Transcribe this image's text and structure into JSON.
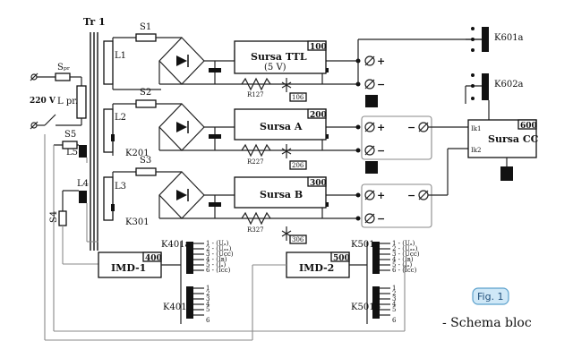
{
  "transformer": {
    "label": "Tr 1"
  },
  "mains": {
    "voltage": "220 V",
    "lamp": "L pr.",
    "fuse": "Sₚᵣ"
  },
  "windings": [
    "L1",
    "L2",
    "L3",
    "L4",
    "L5"
  ],
  "fuses": [
    "S1",
    "S2",
    "S3",
    "S4",
    "S5"
  ],
  "relays": [
    "K201",
    "K301",
    "K401a",
    "K401b",
    "K501a",
    "K501b",
    "K601a",
    "K602a"
  ],
  "supplies": [
    {
      "number": "100",
      "title": "Sursa TTL",
      "subtitle": "(5 V)",
      "resistor": "R127",
      "ref": "106"
    },
    {
      "number": "200",
      "title": "Sursa A",
      "subtitle": "",
      "resistor": "R227",
      "ref": "206"
    },
    {
      "number": "300",
      "title": "Sursa B",
      "subtitle": "",
      "resistor": "R327",
      "ref": "306"
    }
  ],
  "sursa_cc": {
    "number": "600",
    "title": "Sursa CC",
    "input1": "Ik1",
    "input2": "Ik2"
  },
  "imd1": {
    "number": "400",
    "title": "IMD-1"
  },
  "imd2": {
    "number": "500",
    "title": "IMD-2"
  },
  "relay_a_outputs": [
    "1 - (Uₐ)",
    "2 - (Uₐₙ)",
    "3 - (Uᴄᴄ)",
    "4 - (Iʙ)",
    "5 - (Iₐ)",
    "6 - (Iᴄᴄ)"
  ],
  "relay_b_outputs": [
    "1",
    "2",
    "3",
    "4",
    "5",
    "6"
  ],
  "terminals": {
    "plus": "+",
    "minus": "−"
  },
  "figure": {
    "label": "Fig. 1",
    "caption": "- Schema bloc"
  }
}
